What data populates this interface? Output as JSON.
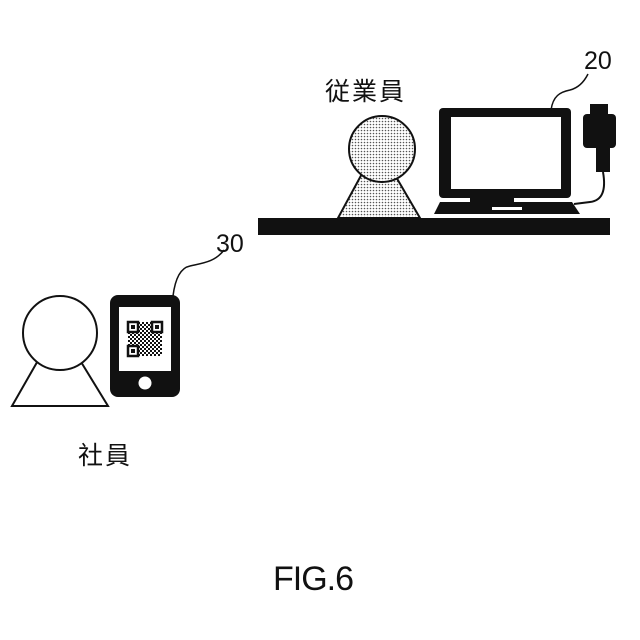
{
  "figure": {
    "caption": "FIG.6",
    "labels": {
      "staff": "従業員",
      "employee": "社員",
      "terminal_ref": "20",
      "phone_ref": "30"
    },
    "colors": {
      "ink": "#111111",
      "background": "#ffffff",
      "stipple": "#8a8a8a"
    }
  }
}
